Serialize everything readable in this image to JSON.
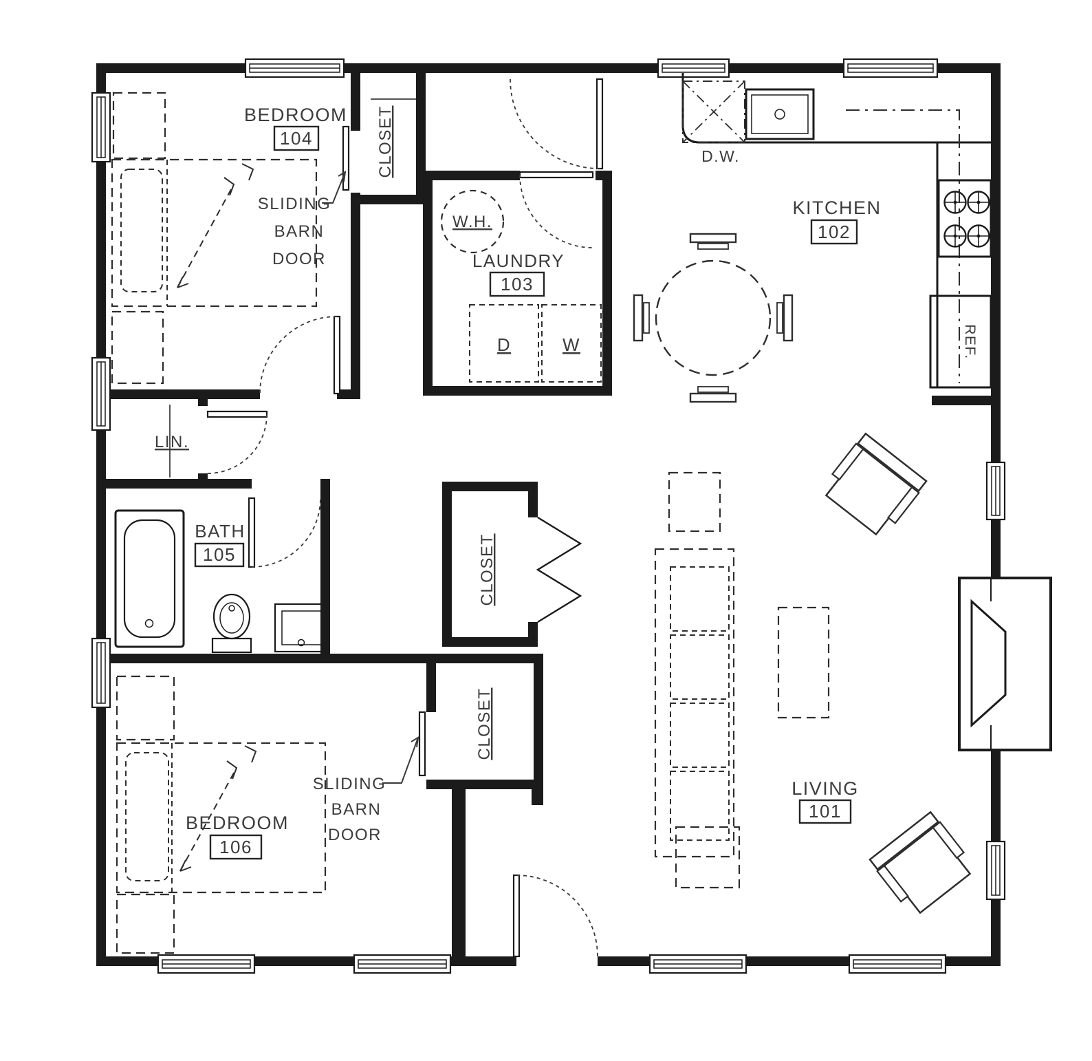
{
  "plan": {
    "rooms": {
      "living": {
        "label": "LIVING",
        "number": "101"
      },
      "kitchen": {
        "label": "KITCHEN",
        "number": "102"
      },
      "laundry": {
        "label": "LAUNDRY",
        "number": "103"
      },
      "bedroom_104": {
        "label": "BEDROOM",
        "number": "104"
      },
      "bath": {
        "label": "BATH",
        "number": "105"
      },
      "bedroom_106": {
        "label": "BEDROOM",
        "number": "106"
      },
      "closet_top": {
        "label": "CLOSET"
      },
      "closet_mid": {
        "label": "CLOSET"
      },
      "closet_low": {
        "label": "CLOSET"
      },
      "linen": {
        "label": "LIN."
      }
    },
    "fixtures": {
      "water_heater": "W.H.",
      "dishwasher": "D.W.",
      "dryer": "D",
      "washer": "W",
      "refrigerator": "REF."
    },
    "annotations": {
      "barn_door_104": {
        "line1": "SLIDING",
        "line2": "BARN",
        "line3": "DOOR"
      },
      "barn_door_106": {
        "line1": "SLIDING",
        "line2": "BARN",
        "line3": "DOOR"
      }
    },
    "colors": {
      "wall": "#1b1b1b",
      "text": "#3c3c3c",
      "background": "#ffffff"
    }
  }
}
